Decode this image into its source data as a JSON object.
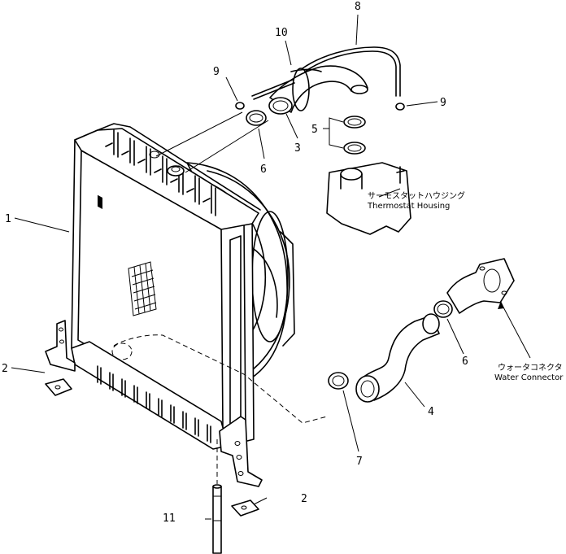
{
  "callouts": {
    "c1": "1",
    "c2a": "2",
    "c2b": "2",
    "c3": "3",
    "c4": "4",
    "c5": "5",
    "c6a": "6",
    "c6b": "6",
    "c7": "7",
    "c8": "8",
    "c9a": "9",
    "c9b": "9",
    "c10": "10",
    "c11": "11"
  },
  "labels": {
    "thermostat_jp": "サーモスタットハウジング",
    "thermostat_en": "Thermostat Housing",
    "water_jp": "ウォータコネクタ",
    "water_en": "Water Connector"
  }
}
